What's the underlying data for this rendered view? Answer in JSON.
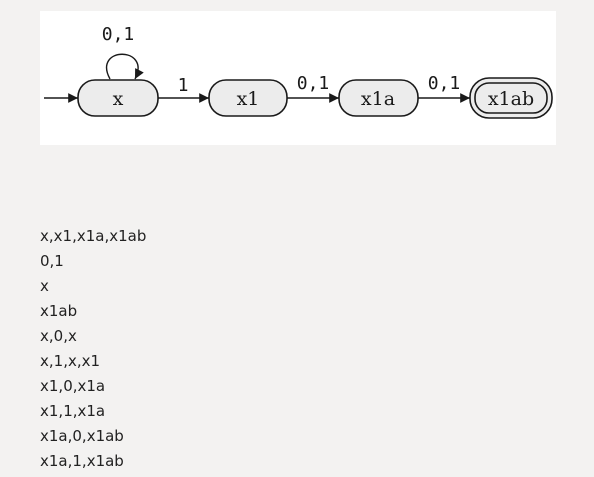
{
  "diagram": {
    "nodes": [
      {
        "id": "x",
        "label": "x",
        "initial": true,
        "accepting": false
      },
      {
        "id": "x1",
        "label": "x1",
        "initial": false,
        "accepting": false
      },
      {
        "id": "x1a",
        "label": "x1a",
        "initial": false,
        "accepting": false
      },
      {
        "id": "x1ab",
        "label": "x1ab",
        "initial": false,
        "accepting": true
      }
    ],
    "edges": [
      {
        "from": "x",
        "to": "x",
        "label": "0,1"
      },
      {
        "from": "x",
        "to": "x1",
        "label": "1"
      },
      {
        "from": "x1",
        "to": "x1a",
        "label": "0,1"
      },
      {
        "from": "x1a",
        "to": "x1ab",
        "label": "0,1"
      }
    ]
  },
  "text_lines": [
    "x,x1,x1a,x1ab",
    "0,1",
    "x",
    "x1ab",
    "x,0,x",
    "x,1,x,x1",
    "x1,0,x1a",
    "x1,1,x1a",
    "x1a,0,x1ab",
    "x1a,1,x1ab"
  ]
}
